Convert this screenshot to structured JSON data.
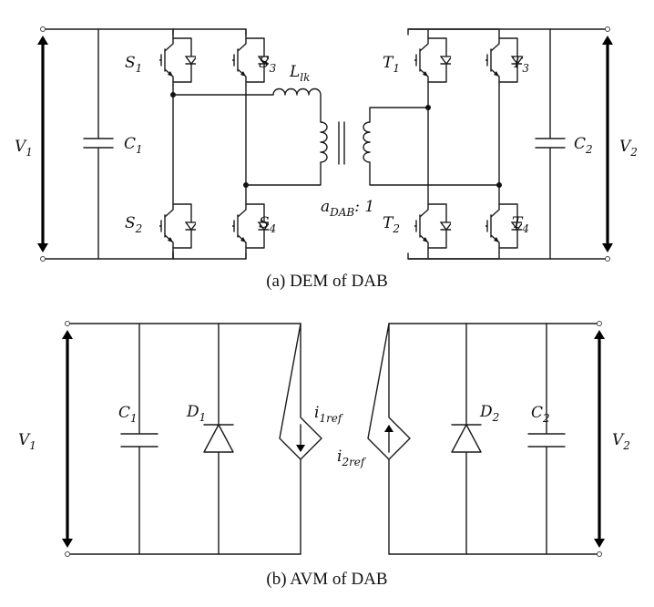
{
  "dem": {
    "caption": "(a)  DEM  of  DAB",
    "labels": {
      "V1": "V",
      "V1_sub": "1",
      "V2": "V",
      "V2_sub": "2",
      "C1": "C",
      "C1_sub": "1",
      "C2": "C",
      "C2_sub": "2",
      "S1": "S",
      "S1_sub": "1",
      "S2": "S",
      "S2_sub": "2",
      "S3": "S",
      "S3_sub": "3",
      "S4": "S",
      "S4_sub": "4",
      "T1": "T",
      "T1_sub": "1",
      "T2": "T",
      "T2_sub": "2",
      "T3": "T",
      "T3_sub": "3",
      "T4": "T",
      "T4_sub": "4",
      "Llk": "L",
      "Llk_sub": "lk",
      "ratio": "a",
      "ratio_sub": "DAB",
      "ratio_tail": ": 1"
    }
  },
  "avm": {
    "caption": "(b)  AVM  of  DAB",
    "labels": {
      "V1": "V",
      "V1_sub": "1",
      "V2": "V",
      "V2_sub": "2",
      "C1": "C",
      "C1_sub": "1",
      "C2": "C",
      "C2_sub": "2",
      "D1": "D",
      "D1_sub": "1",
      "D2": "D",
      "D2_sub": "2",
      "i1": "i",
      "i1_sub": "1ref",
      "i2": "i",
      "i2_sub": "2ref"
    }
  },
  "colors": {
    "line": "#1a1a1a",
    "background": "#ffffff"
  }
}
